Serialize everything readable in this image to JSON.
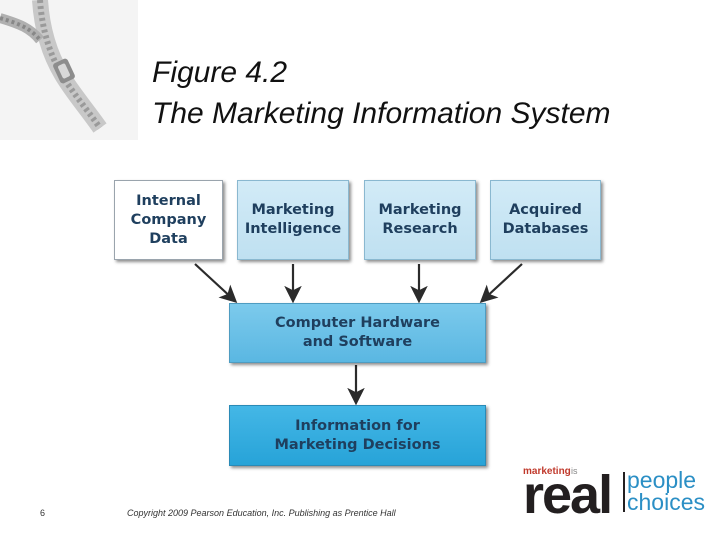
{
  "title": {
    "line1": "Figure 4.2",
    "line2": "The Marketing Information System"
  },
  "diagram": {
    "inputs": [
      {
        "label": "Internal\nCompany\nData"
      },
      {
        "label": "Marketing\nIntelligence"
      },
      {
        "label": "Marketing\nResearch"
      },
      {
        "label": "Acquired\nDatabases"
      }
    ],
    "processor": {
      "label": "Computer Hardware\nand Software"
    },
    "output": {
      "label": "Information for\nMarketing Decisions"
    }
  },
  "footer": {
    "page_number": "6",
    "copyright": "Copyright 2009 Pearson Education, Inc. Publishing as Prentice Hall"
  },
  "logo": {
    "marketing": "marketing",
    "is": "is",
    "real": "real",
    "people": "people",
    "choices": "choices"
  },
  "colors": {
    "box_text": "#1f3f5e",
    "box_light": "#c9e6f4",
    "box_mid": "#6cc1e8",
    "box_dark": "#35ade0",
    "logo_accent": "#2b8fc5",
    "logo_red": "#c0392b"
  }
}
